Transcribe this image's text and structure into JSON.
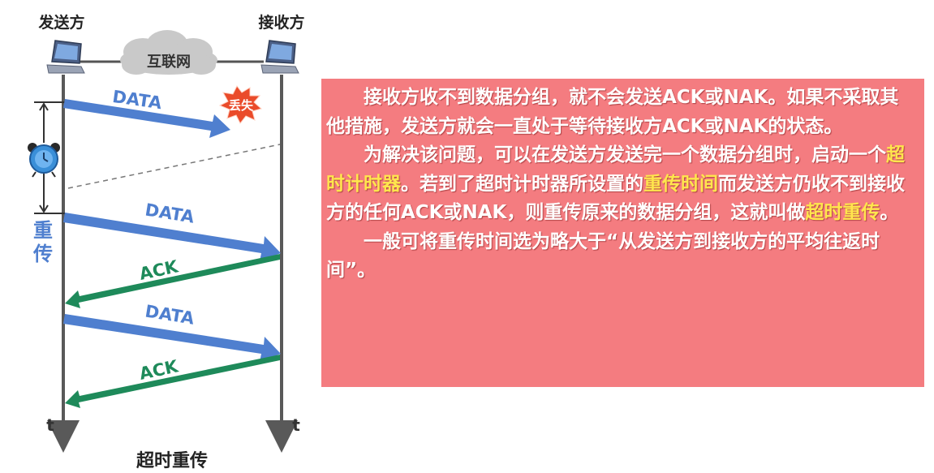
{
  "diagram": {
    "sender_label": "发送方",
    "receiver_label": "接收方",
    "network_label": "互联网",
    "lost_label": "丢失",
    "retransmit_label": [
      "重",
      "传"
    ],
    "messages": [
      "DATA",
      "DATA",
      "ACK",
      "DATA",
      "ACK"
    ],
    "time_label_left": "t",
    "time_label_right": "t",
    "caption": "超时重传",
    "colors": {
      "data_arrow": "#4f7fcf",
      "ack_arrow": "#1e8a5a",
      "lost_badge": "#ea4b2a",
      "timeline": "#595959",
      "clock": "#3a8fd8"
    }
  },
  "text": {
    "p1": "接收方收不到数据分组，就不会发送ACK或NAK。如果不采取其他措施，发送方就会一直处于等待接收方ACK或NAK的状态。",
    "p2_a": "为解决该问题，可以在发送方发送完一个数据分组时，启动一个",
    "p2_hl1": "超时计时器",
    "p2_b": "。若到了超时计时器所设置的",
    "p2_hl2": "重传时间",
    "p2_c": "而发送方仍收不到接收方的任何ACK或NAK，则重传原来的数据分组，这就叫做",
    "p2_hl3": "超时重传",
    "p2_d": "。",
    "p3": "一般可将重传时间选为略大于“从发送方到接收方的平均往返时间”。"
  }
}
